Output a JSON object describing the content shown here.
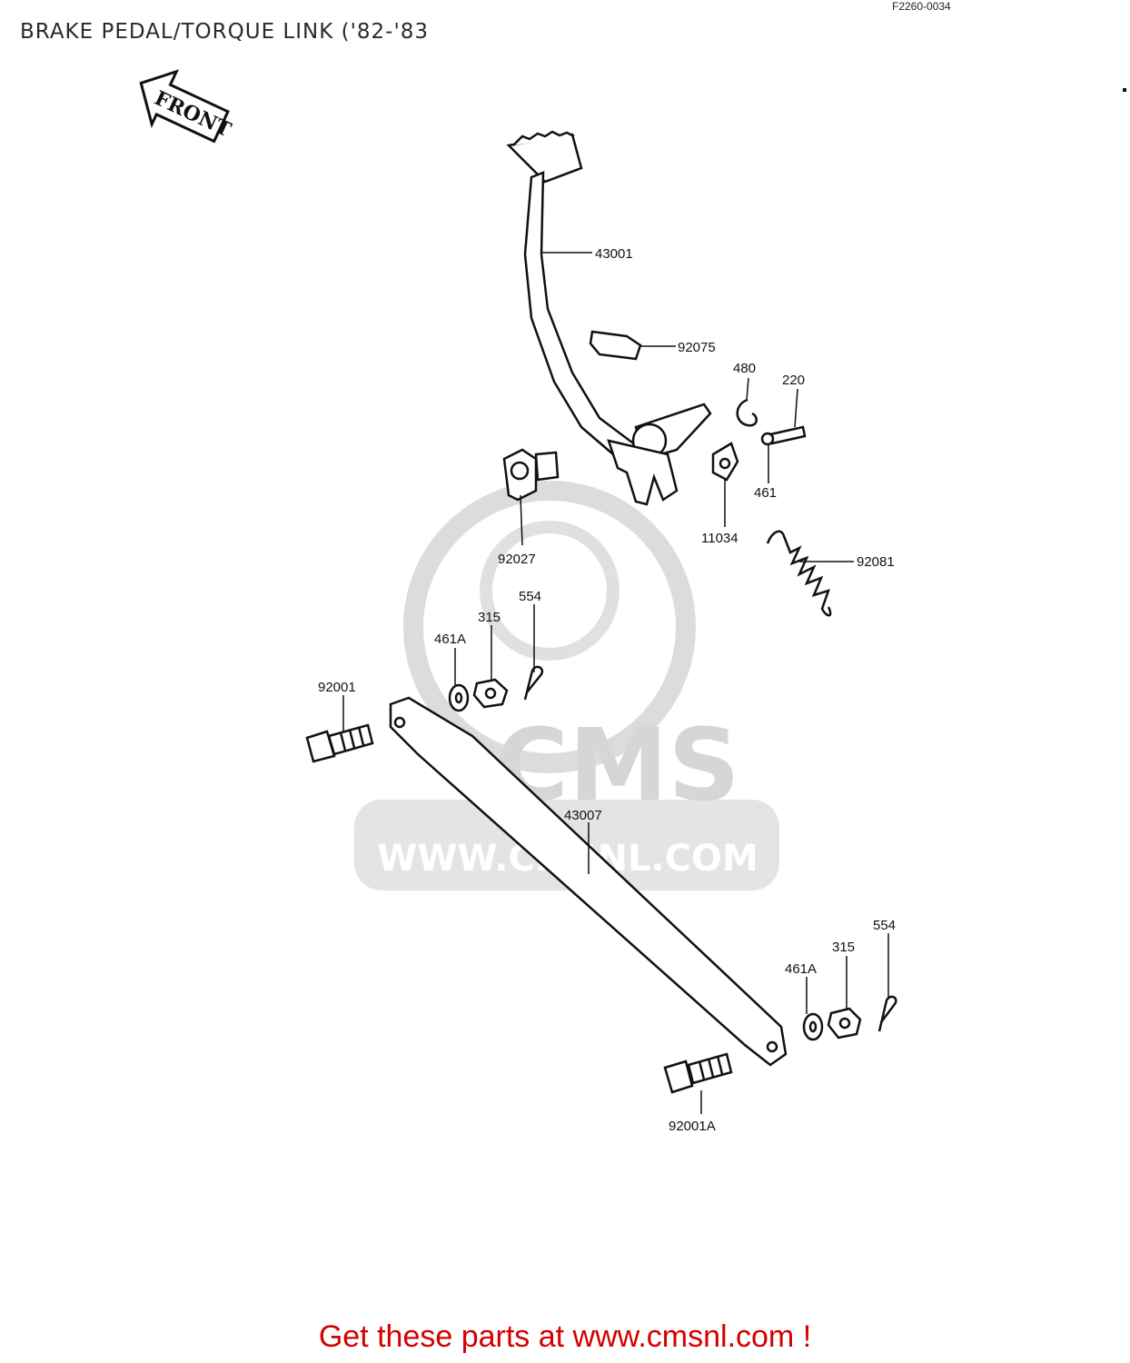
{
  "header": {
    "title": "BRAKE PEDAL/TORQUE LINK ('82-'83",
    "diagram_code": "F2260-0034"
  },
  "front_arrow": {
    "label": "FRONT"
  },
  "watermark": {
    "brand": "CMS",
    "url": "WWW.CMSNL.COM"
  },
  "parts": [
    {
      "id": "43001"
    },
    {
      "id": "92075"
    },
    {
      "id": "480"
    },
    {
      "id": "220"
    },
    {
      "id": "461"
    },
    {
      "id": "11034"
    },
    {
      "id": "92027"
    },
    {
      "id": "92081"
    },
    {
      "id": "554"
    },
    {
      "id": "315"
    },
    {
      "id": "461A"
    },
    {
      "id": "92001"
    },
    {
      "id": "43007"
    },
    {
      "id": "554"
    },
    {
      "id": "315"
    },
    {
      "id": "461A"
    },
    {
      "id": "92001A"
    }
  ],
  "footer": {
    "cta": "Get these parts at www.cmsnl.com !"
  },
  "colors": {
    "cta": "#d40000",
    "watermark": "#d6d6d6",
    "line": "#111111"
  }
}
